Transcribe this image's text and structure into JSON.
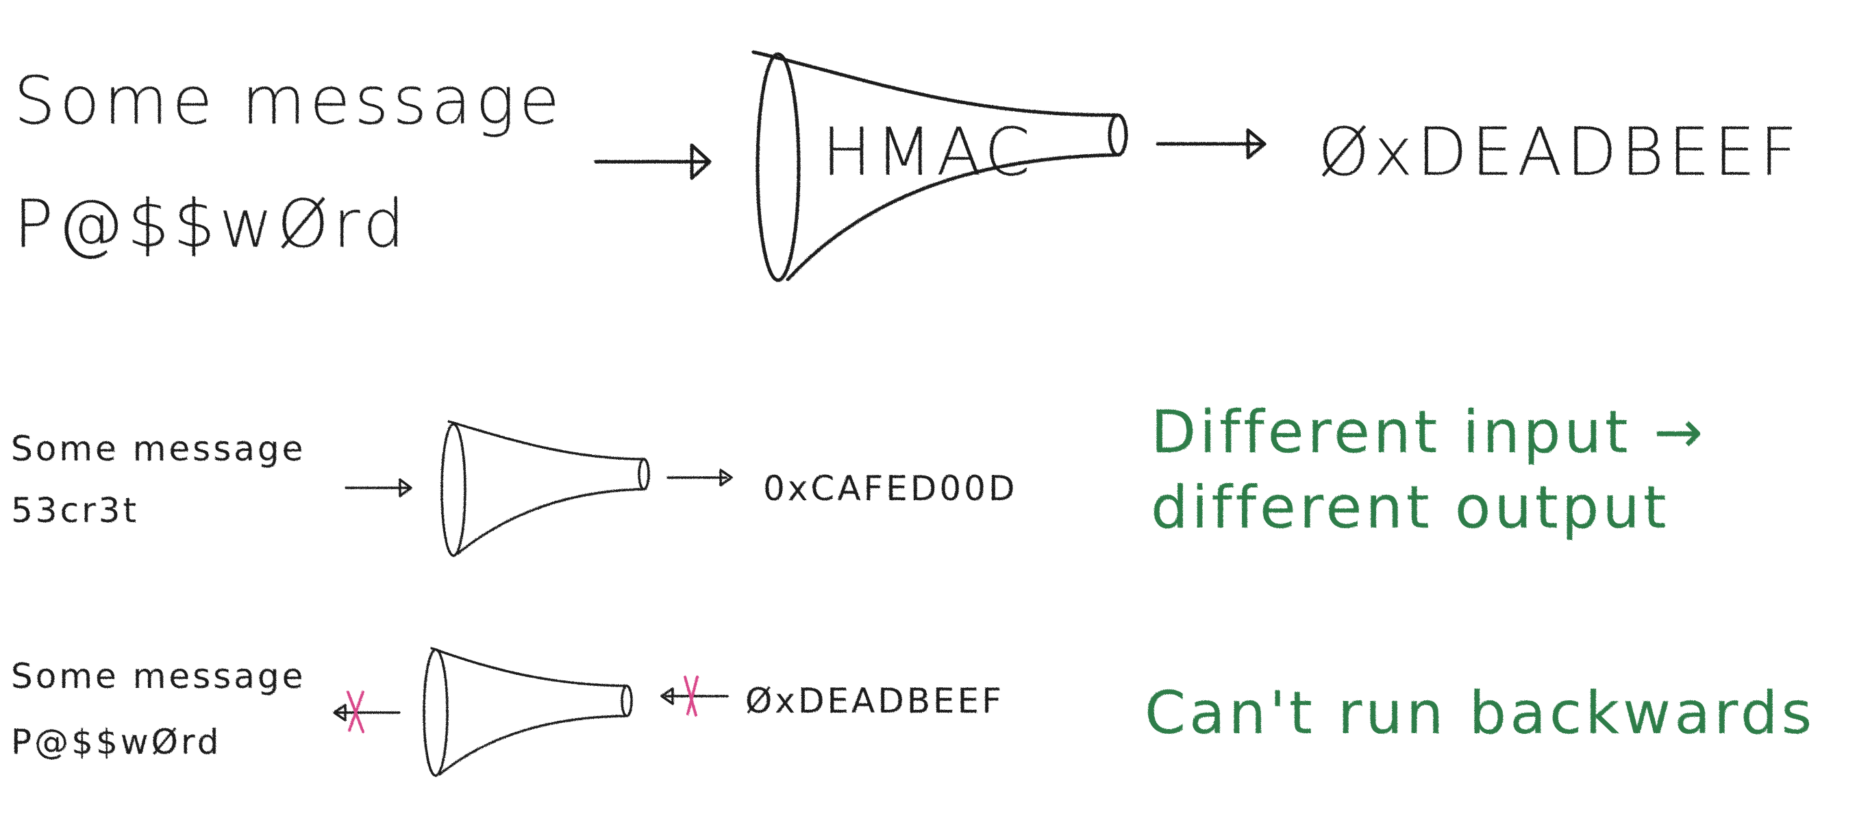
{
  "row1": {
    "input_lines": [
      "Some message",
      "P@$$wØrd"
    ],
    "function_label": "HMAC",
    "output": "ØxDEADBEEF"
  },
  "row2": {
    "input_lines": [
      "Some message",
      "53cr3t"
    ],
    "output": "0xCAFED00D",
    "note_lines": [
      "Different input →",
      "different output"
    ]
  },
  "row3": {
    "input_lines": [
      "Some message",
      "P@$$wØrd"
    ],
    "output": "ØxDEADBEEF",
    "note": "Can't run backwards"
  },
  "colors": {
    "ink": "#1c1c1c",
    "note_green": "#2e7d4a",
    "cross_pink": "#d9478a"
  }
}
